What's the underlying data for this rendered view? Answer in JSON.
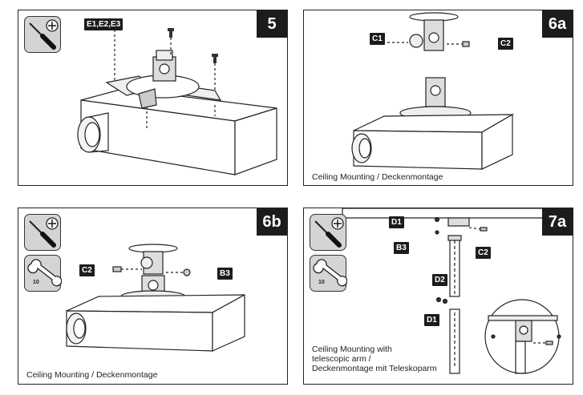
{
  "panels": [
    {
      "step": "5",
      "tools": {
        "screwdriver": "screwdriver-icon",
        "phillips": "phillips-head-icon"
      },
      "labels": [
        "E1,E2,E3"
      ],
      "caption": ""
    },
    {
      "step": "6a",
      "labels": [
        "C1",
        "C2"
      ],
      "caption": "Ceiling Mounting / Deckenmontage"
    },
    {
      "step": "6b",
      "tools": {
        "screwdriver": "screwdriver-icon",
        "phillips": "phillips-head-icon",
        "wrench": "wrench-icon",
        "wrench_size": "10"
      },
      "labels": [
        "C2",
        "B3"
      ],
      "caption": "Ceiling Mounting / Deckenmontage"
    },
    {
      "step": "7a",
      "tools": {
        "screwdriver": "screwdriver-icon",
        "phillips": "phillips-head-icon",
        "wrench": "wrench-icon",
        "wrench_size": "10"
      },
      "labels": [
        "D1",
        "B3",
        "C2",
        "D2",
        "D1"
      ],
      "caption_lines": [
        "Ceiling Mounting with",
        "telescopic arm /",
        "Deckenmontage mit Teleskoparm"
      ]
    }
  ],
  "colors": {
    "label_bg": "#1c1c1c",
    "tool_bg": "#d4d4d4",
    "line": "#222222"
  }
}
